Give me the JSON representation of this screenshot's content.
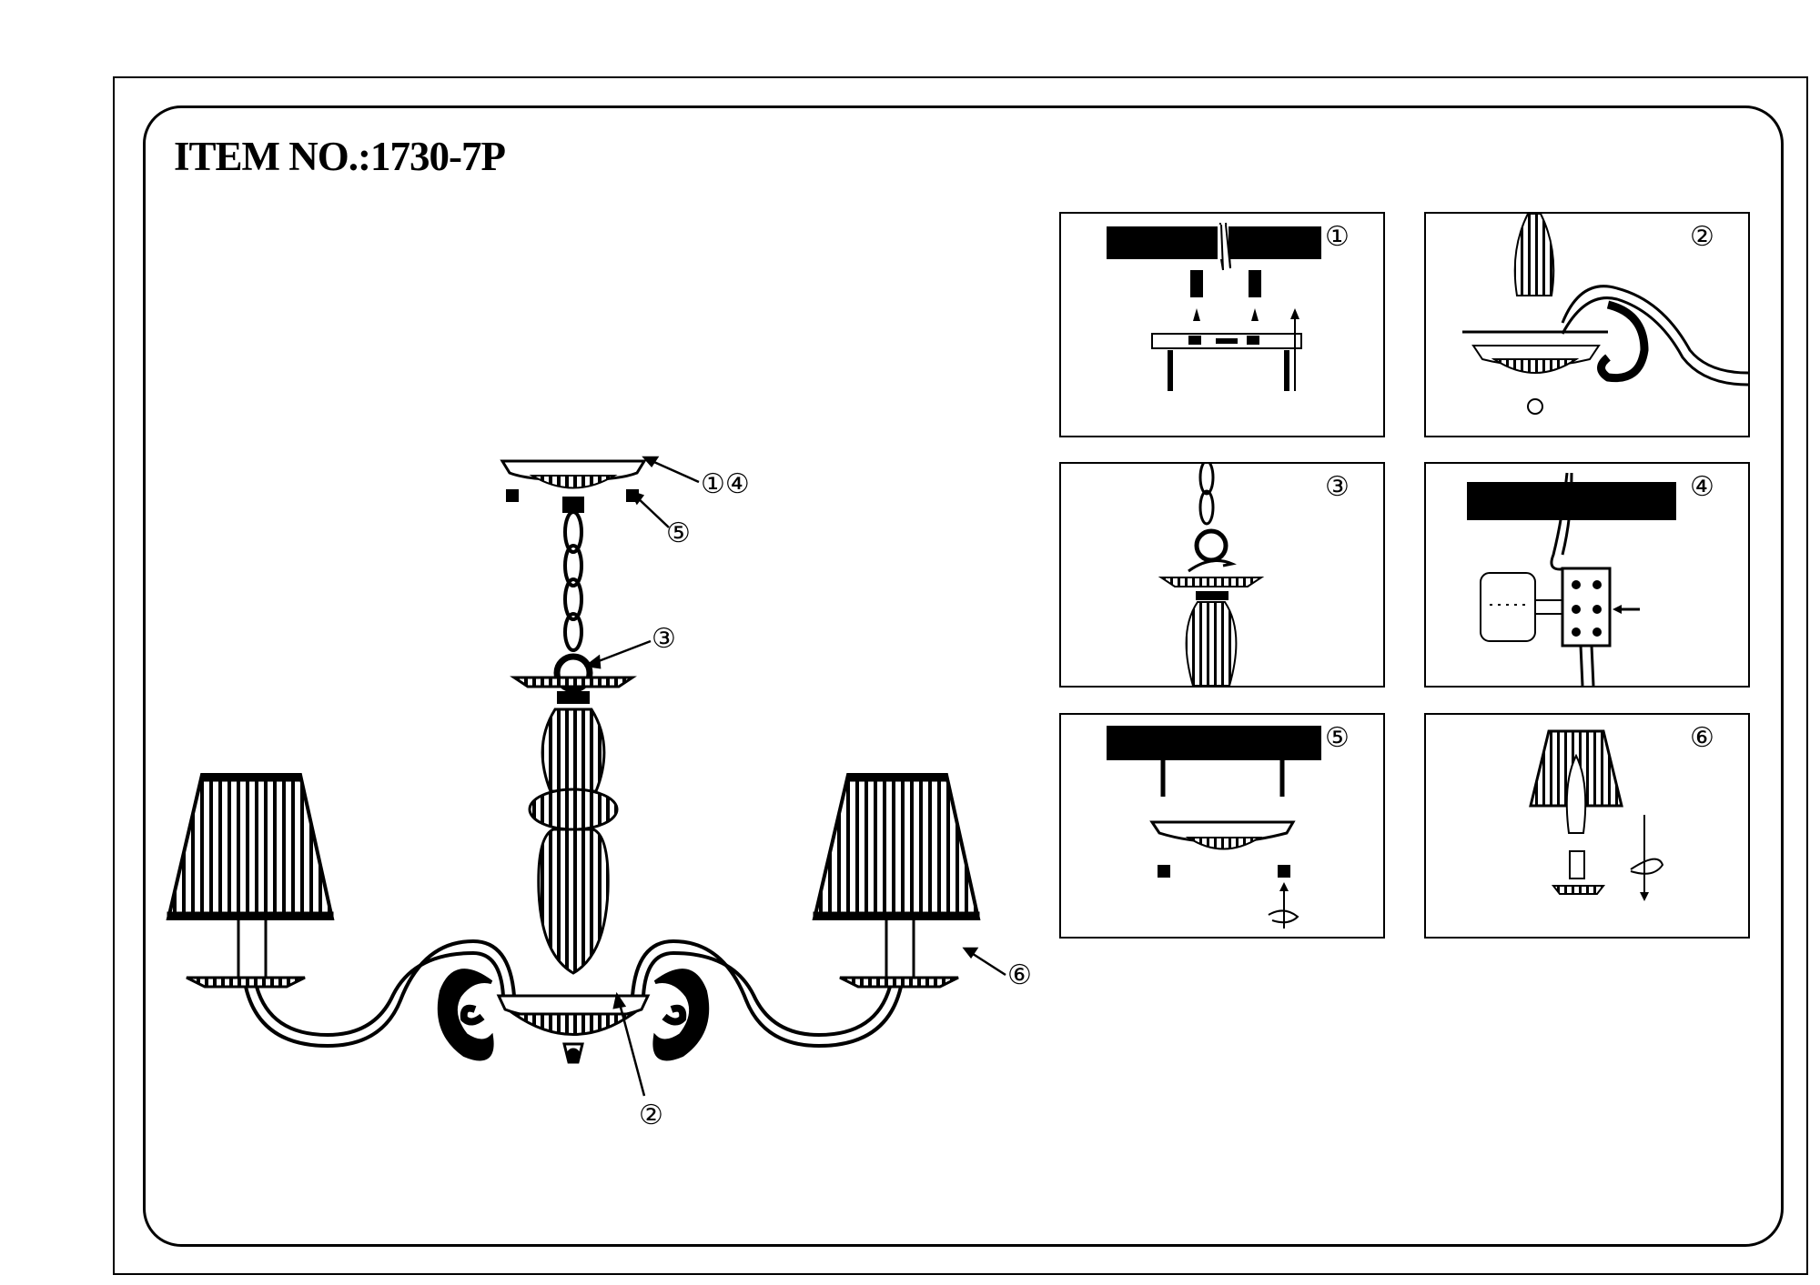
{
  "title": "ITEM NO.:1730-7P",
  "callouts": {
    "canopy": "①④",
    "screws": "⑤",
    "chain": "③",
    "arm_body": "②",
    "shade": "⑥"
  },
  "steps": [
    {
      "number": "①"
    },
    {
      "number": "②"
    },
    {
      "number": "③"
    },
    {
      "number": "④"
    },
    {
      "number": "⑤"
    },
    {
      "number": "⑥"
    }
  ]
}
